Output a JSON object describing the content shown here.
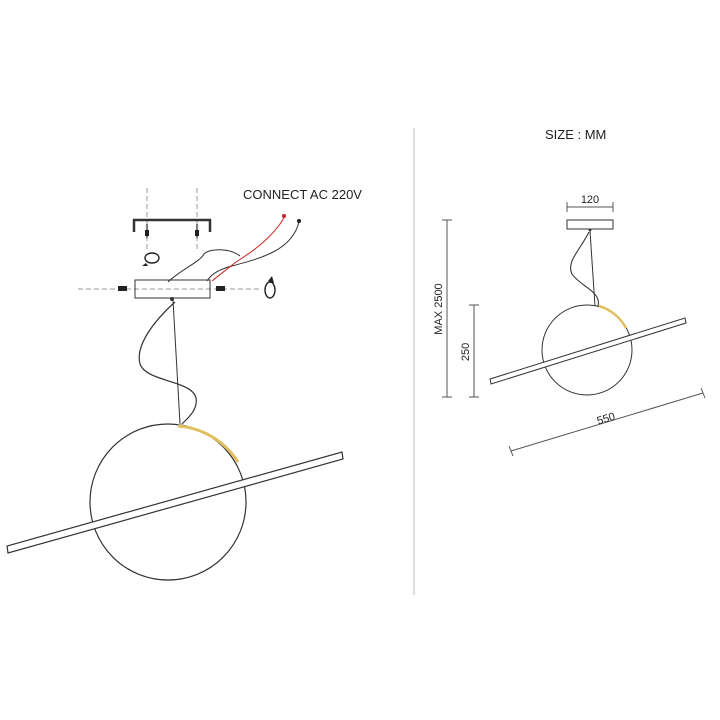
{
  "labels": {
    "connect": "CONNECT AC 220V",
    "size_unit": "SIZE : MM",
    "canopy_width": "120",
    "max_height": "MAX 2500",
    "globe_height": "250",
    "bar_length": "550"
  },
  "colors": {
    "line": "#333333",
    "live_wire": "#cc2222",
    "glow": "#e0c060",
    "dim_line": "#555555"
  }
}
